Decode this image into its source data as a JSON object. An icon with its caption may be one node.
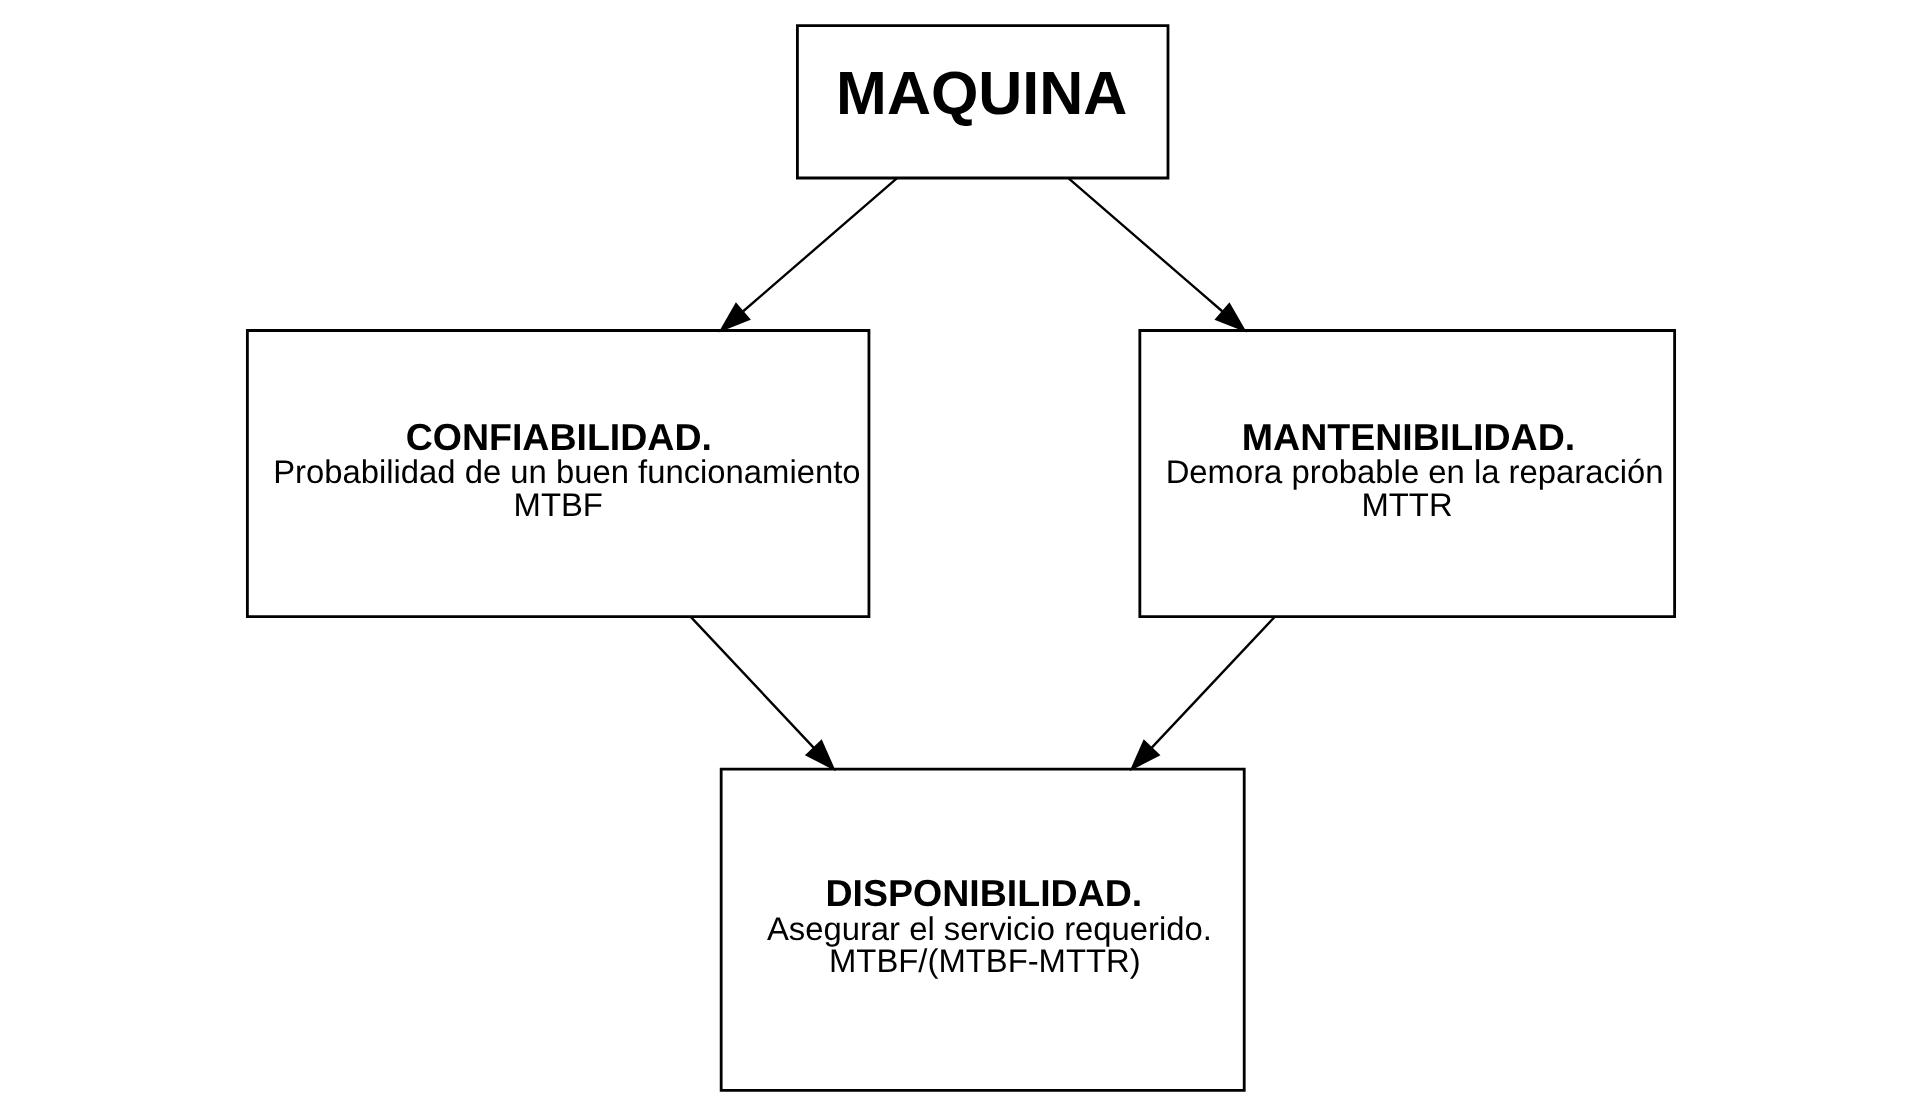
{
  "diagram": {
    "nodes": [
      {
        "text": [
          "MAQUINA"
        ]
      },
      {
        "text": [
          "CONFIABILIDAD.",
          "Probabilidad de un buen funcionamiento",
          "MTBF"
        ]
      },
      {
        "text": [
          "MANTENIBILIDAD.",
          "Demora probable en la reparación",
          "MTTR"
        ]
      },
      {
        "text": [
          "DISPONIBILIDAD.",
          "Asegurar el servicio requerido.",
          "MTBF/(MTBF-MTTR)"
        ]
      }
    ],
    "edges": [
      {
        "from": 0,
        "to": 1,
        "arrow": "to"
      },
      {
        "from": 0,
        "to": 2,
        "arrow": "to"
      },
      {
        "from": 1,
        "to": 3,
        "arrow": "to"
      },
      {
        "from": 2,
        "to": 3,
        "arrow": "to"
      }
    ]
  }
}
